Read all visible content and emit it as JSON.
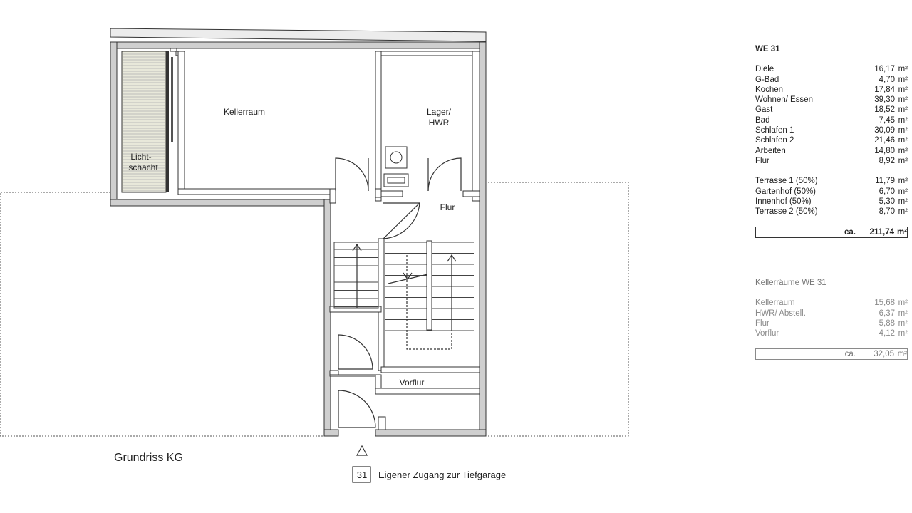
{
  "plan": {
    "rooms": {
      "kellerraum": "Kellerraum",
      "lager_1": "Lager/",
      "lager_2": "HWR",
      "licht_1": "Licht-",
      "licht_2": "schacht",
      "flur": "Flur",
      "vorflur": "Vorflur"
    },
    "caption": "Grundriss KG",
    "unit_badge": "31",
    "access_note": "Eigener Zugang zur Tiefgarage"
  },
  "areas": {
    "title": "WE 31",
    "rooms": [
      {
        "name": "Diele",
        "value": "16,17",
        "unit": "m²"
      },
      {
        "name": "G-Bad",
        "value": "4,70",
        "unit": "m²"
      },
      {
        "name": "Kochen",
        "value": "17,84",
        "unit": "m²"
      },
      {
        "name": "Wohnen/ Essen",
        "value": "39,30",
        "unit": "m²"
      },
      {
        "name": "Gast",
        "value": "18,52",
        "unit": "m²"
      },
      {
        "name": "Bad",
        "value": "7,45",
        "unit": "m²"
      },
      {
        "name": "Schlafen 1",
        "value": "30,09",
        "unit": "m²"
      },
      {
        "name": "Schlafen 2",
        "value": "21,46",
        "unit": "m²"
      },
      {
        "name": "Arbeiten",
        "value": "14,80",
        "unit": "m²"
      },
      {
        "name": "Flur",
        "value": "8,92",
        "unit": "m²"
      }
    ],
    "outdoor": [
      {
        "name": "Terrasse 1 (50%)",
        "value": "11,79",
        "unit": "m²"
      },
      {
        "name": "Gartenhof (50%)",
        "value": "6,70",
        "unit": "m²"
      },
      {
        "name": "Innenhof (50%)",
        "value": "5,30",
        "unit": "m²"
      },
      {
        "name": "Terrasse 2 (50%)",
        "value": "8,70",
        "unit": "m²"
      }
    ],
    "total_prefix": "ca.",
    "total_value": "211,74",
    "total_unit": "m²"
  },
  "cellar": {
    "title": "Kellerräume WE 31",
    "rooms": [
      {
        "name": "Kellerraum",
        "value": "15,68",
        "unit": "m²"
      },
      {
        "name": "HWR/ Abstell.",
        "value": "6,37",
        "unit": "m²"
      },
      {
        "name": "Flur",
        "value": "5,88",
        "unit": "m²"
      },
      {
        "name": "Vorflur",
        "value": "4,12",
        "unit": "m²"
      }
    ],
    "total_prefix": "ca.",
    "total_value": "32,05",
    "total_unit": "m²"
  }
}
